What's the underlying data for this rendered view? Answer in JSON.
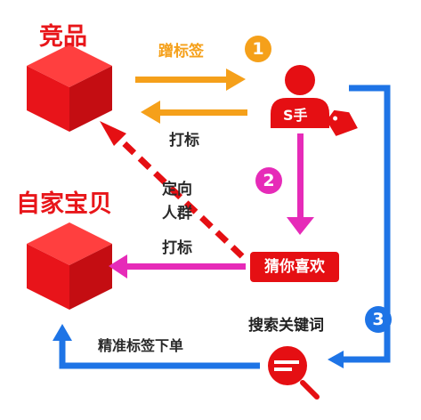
{
  "nodes": {
    "competitor": "竞品",
    "own_product": "自家宝贝",
    "s_hand": "S手",
    "guess_you_like": "猜你喜欢",
    "search_keyword": "搜索关键词"
  },
  "edges": {
    "brush_tags": "蹭标签",
    "tag_to_competitor": "打标",
    "targeted_crowd_line1": "定向",
    "targeted_crowd_line2": "人群",
    "tag_to_own": "打标",
    "precise_tag_order": "精准标签下单"
  },
  "steps": [
    "1",
    "2",
    "3"
  ],
  "colors": {
    "red": "#e50f13",
    "orange": "#f5a01a",
    "magenta": "#e62bb8",
    "blue": "#1e74e6"
  },
  "icons": [
    "cube-icon",
    "person-icon",
    "tag-icon",
    "search-icon"
  ]
}
